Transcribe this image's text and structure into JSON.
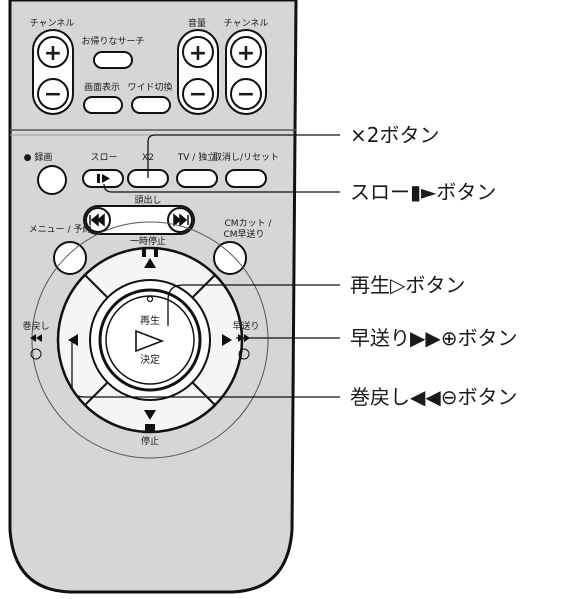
{
  "remote": {
    "channel_left_label": "チャンネル",
    "return_search_label": "お帰りなサーチ",
    "volume_label": "音量",
    "channel_right_label": "チャンネル",
    "display_label": "画面表示",
    "wide_label": "ワイド切換",
    "record_label": "● 録画",
    "slow_label": "スロー",
    "x2_label": "X2",
    "tv_label": "TV / 独立",
    "cancel_reset_label": "取消し/リセット",
    "cue_label": "頭出し",
    "pause_label": "一時停止",
    "menu_label": "メニュー / 予約",
    "cm_label_1": "CMカット /",
    "cm_label_2": "CM早送り",
    "play_label": "再生",
    "enter_label": "決定",
    "rewind_label": "巻戻し",
    "ff_label": "早送り",
    "stop_label": "停止",
    "plus_symbol": "+",
    "minus_symbol": "−"
  },
  "callouts": {
    "x2": "×2ボタン",
    "slow": "スロー▮►ボタン",
    "play": "再生▷ボタン",
    "ff": "早送り▶▶⊕ボタン",
    "rewind": "巻戻し◀◀⊖ボタン"
  }
}
